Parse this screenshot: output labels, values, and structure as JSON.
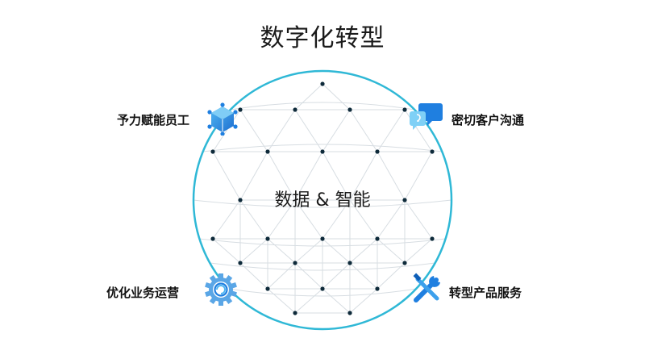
{
  "title": "数字化转型",
  "center_label": "数据 & 智能",
  "pillars": [
    {
      "label": "予力赋能员工",
      "icon": "cube-network-icon"
    },
    {
      "label": "密切客户沟通",
      "icon": "chat-bubbles-icon"
    },
    {
      "label": "优化业务运营",
      "icon": "gear-icon"
    },
    {
      "label": "转型产品服务",
      "icon": "wrench-screwdriver-icon"
    }
  ],
  "colors": {
    "ring": "#2fb8d6",
    "icon_primary": "#1f7fe0",
    "icon_light": "#4fb6f2",
    "node": "#0e2a3a",
    "grid": "#d7dde2"
  }
}
